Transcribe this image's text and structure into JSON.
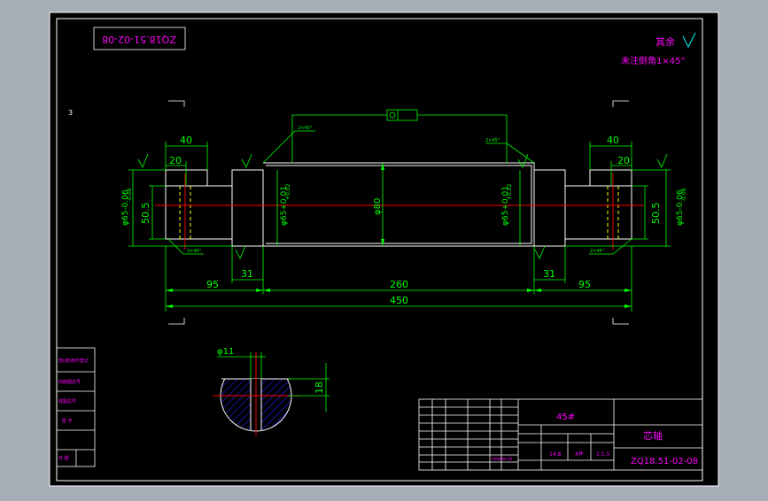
{
  "drawing": {
    "drawing_number_flipped": "ZQ18.51-02-08",
    "drawing_number": "ZQ18.51-02-08",
    "surface_note": "其余",
    "chamfer_note": "未注倒角1×45°",
    "sheet_index": "3",
    "part_name": "芯轴",
    "material": "45#"
  },
  "dimensions": {
    "left_len": "40",
    "left_short": "20",
    "right_len": "40",
    "right_short": "20",
    "d_left_tol": "φ65-0.06",
    "d_left_sub": "-0.08",
    "d_right_tol": "φ65-0.06",
    "d_right_sub": "-0.08",
    "h_left": "50.5",
    "h_right": "50.5",
    "d_center": "φ80",
    "d_inner_left": "φ65+0.01",
    "d_inner_left_sub": "+0.02",
    "d_inner_right": "φ65+0.01",
    "d_inner_right_sub": "+0.02",
    "seg_95_left": "95",
    "seg_31_left": "31",
    "seg_260": "260",
    "seg_31_right": "31",
    "seg_95_right": "95",
    "overall": "450",
    "keyway_d": "φ11",
    "keyway_h": "18",
    "chamfer_tag": "2×45°"
  },
  "title_block": {
    "scale": "1:1.5",
    "weight": "14.8",
    "date": "2008.04.28",
    "sheet": "4件"
  },
  "left_table": {
    "rows": [
      "借(通)用件登记",
      "旧底图总号",
      "底图总号",
      "签 字",
      "日 期"
    ]
  },
  "colors": {
    "background": "#000000",
    "frame": "#ffffff",
    "dimension": "#00ff00",
    "annotation": "#ff00ff",
    "centerline": "#ff0000",
    "hidden": "#ffff00",
    "hatch": "#2020ff"
  }
}
